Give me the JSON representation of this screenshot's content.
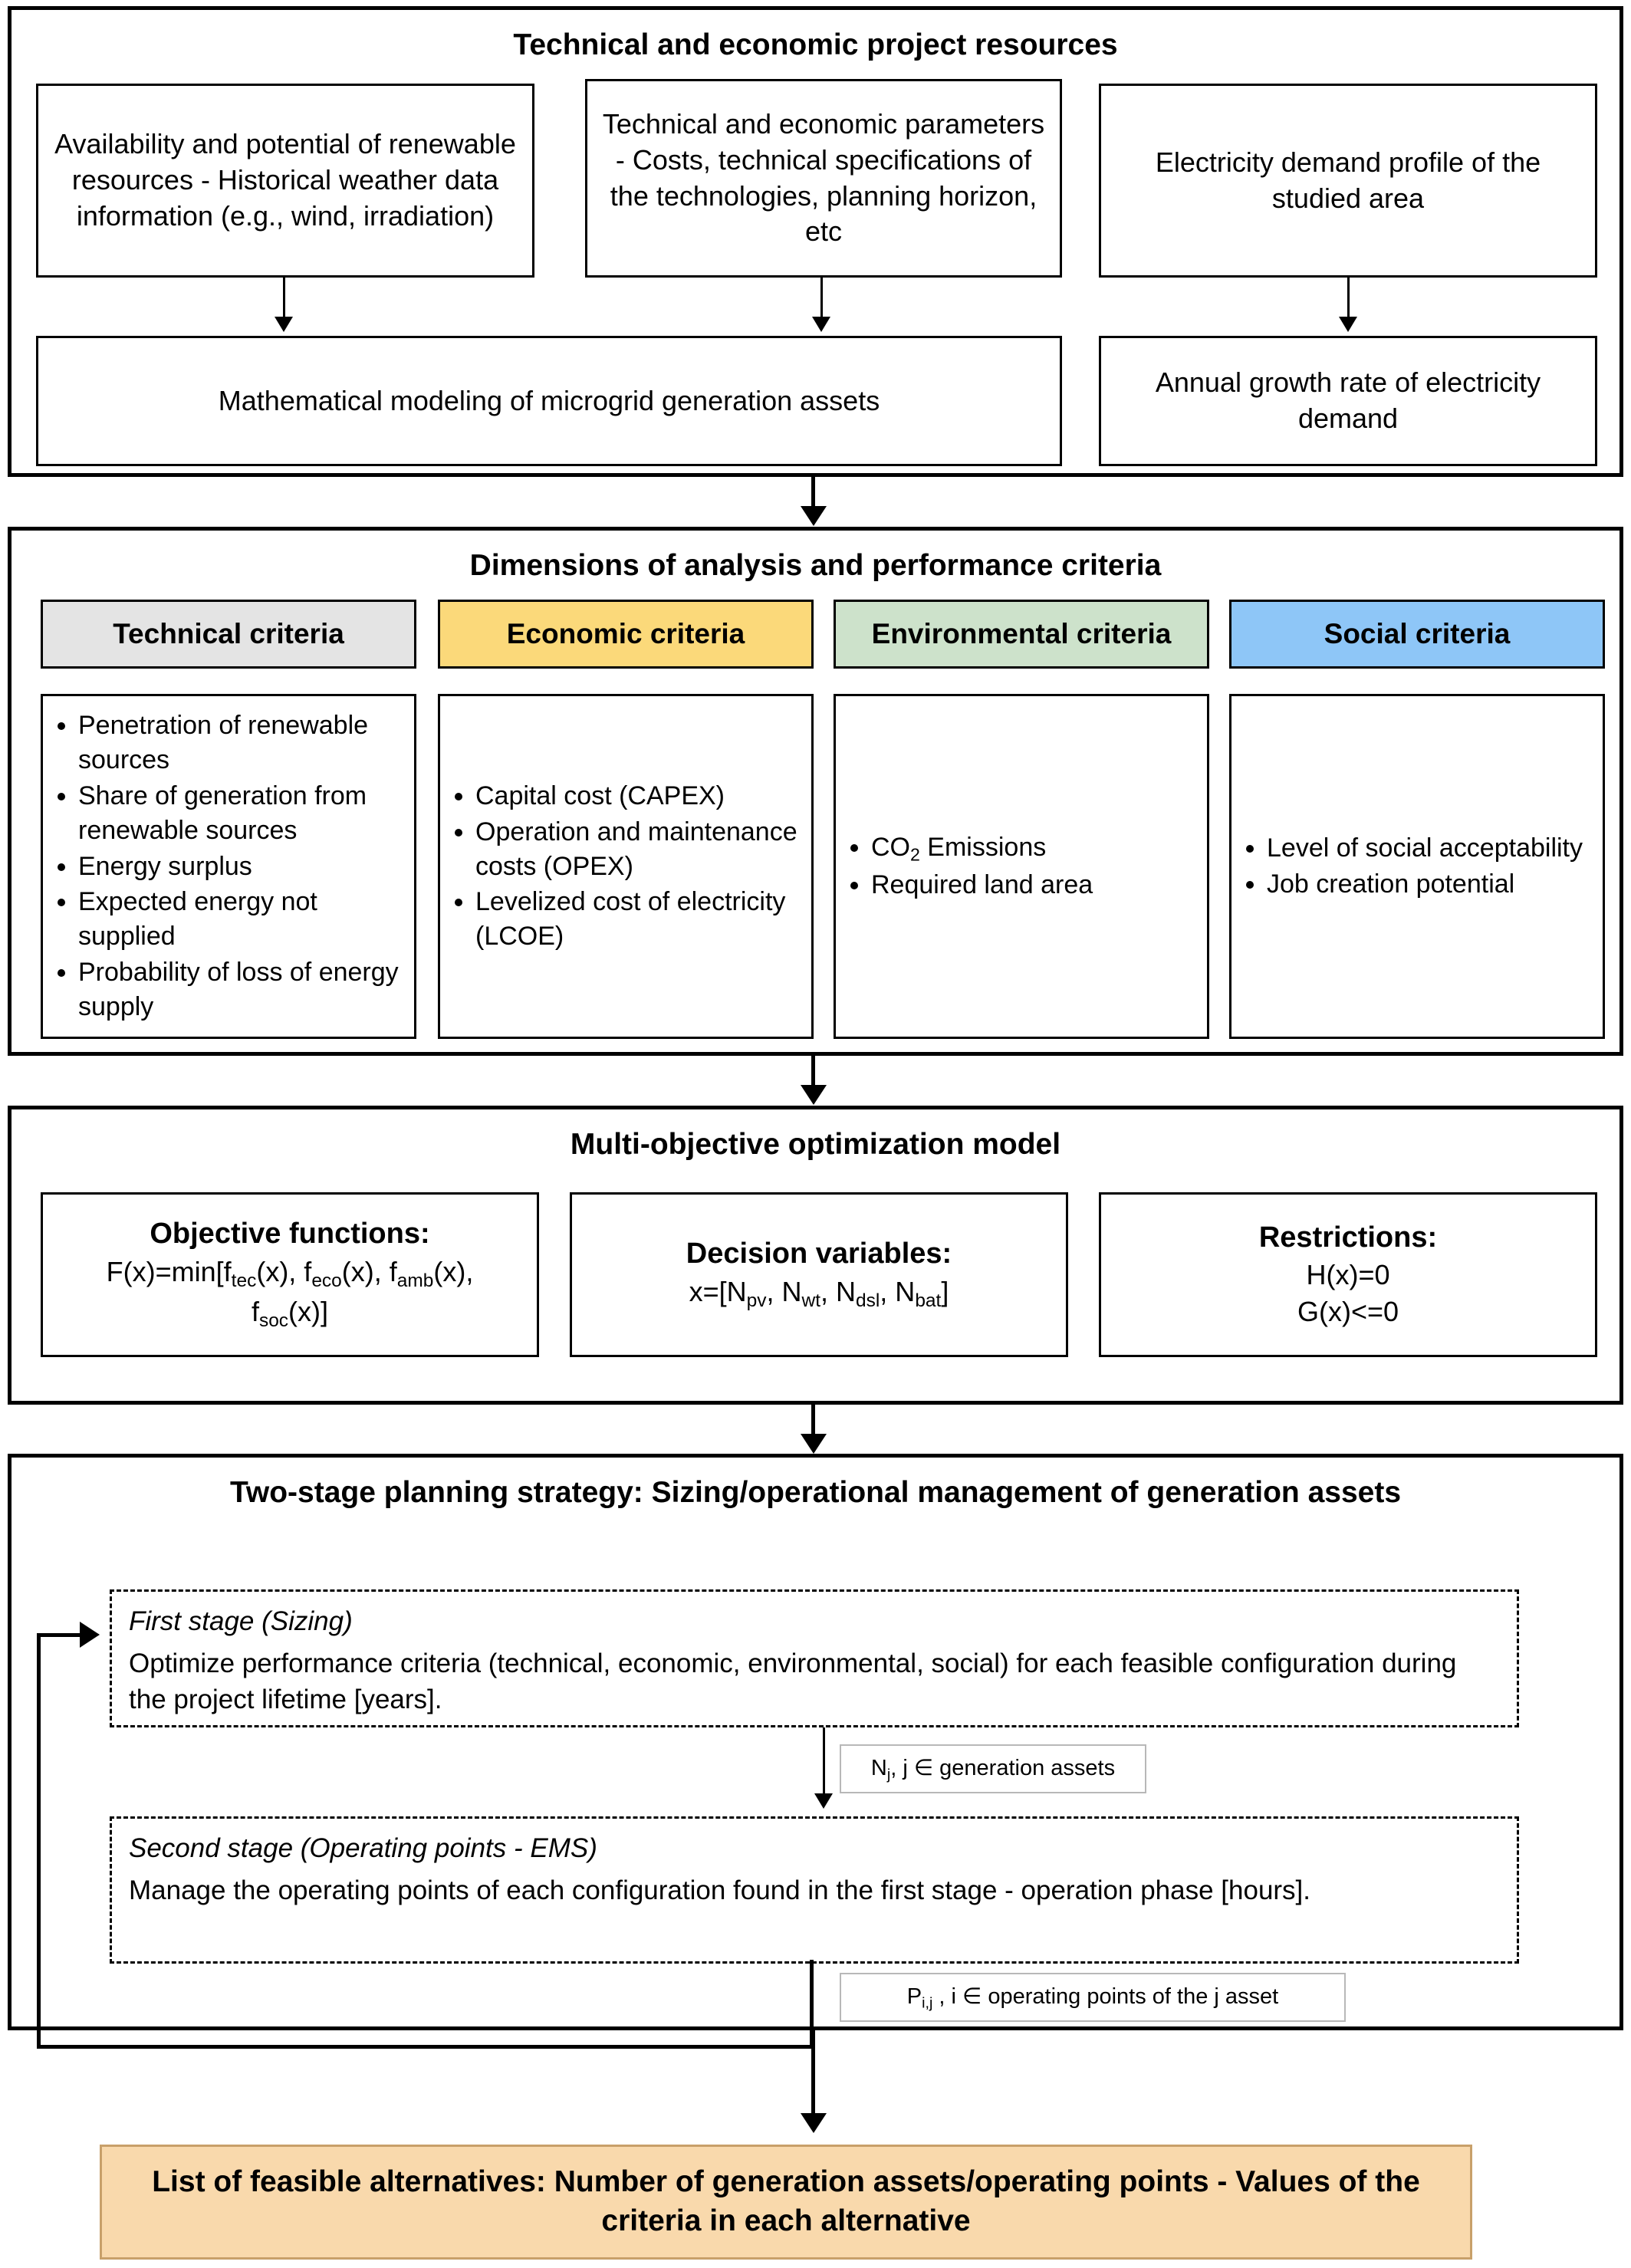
{
  "section1": {
    "title": "Technical and economic project resources",
    "boxes": {
      "resources": "Availability and potential of renewable resources - Historical weather data information (e.g., wind, irradiation)",
      "parameters": "Technical and economic parameters - Costs, technical specifications of the technologies, planning horizon, etc",
      "demand_profile": "Electricity demand profile of the studied area",
      "modeling": "Mathematical modeling of microgrid generation assets",
      "growth_rate": "Annual growth rate of electricity demand"
    }
  },
  "section2": {
    "title": "Dimensions of analysis and performance criteria",
    "columns": [
      {
        "header": "Technical criteria",
        "color": "#e4e4e4",
        "items": [
          "Penetration of renewable sources",
          "Share of generation from renewable sources",
          "Energy surplus",
          "Expected energy not supplied",
          "Probability of loss of energy supply"
        ]
      },
      {
        "header": "Economic criteria",
        "color": "#fbd97a",
        "items": [
          "Capital cost (CAPEX)",
          "Operation and maintenance costs (OPEX)",
          "Levelized cost of electricity (LCOE)"
        ]
      },
      {
        "header": "Environmental criteria",
        "color": "#cde2cb",
        "items": [
          "CO2 Emissions",
          "Required land area"
        ]
      },
      {
        "header": "Social criteria",
        "color": "#8ec6f7",
        "items": [
          "Level of social acceptability",
          "Job creation potential"
        ]
      }
    ]
  },
  "section3": {
    "title": "Multi-objective optimization model",
    "objective": {
      "label": "Objective functions:",
      "line1": "F(x)=min[f",
      "sub1": "tec",
      "line2": "(x), f",
      "sub2": "eco",
      "line3": "(x), f",
      "sub3": "amb",
      "line4": "(x),",
      "line5": "f",
      "sub4": "soc",
      "line6": "(x)]"
    },
    "decision": {
      "label": "Decision variables:",
      "prefix": "x=[N",
      "sub_pv": "pv",
      "mid1": ", N",
      "sub_wt": "wt",
      "mid2": ", N",
      "sub_dsl": "dsl",
      "mid3": ", N",
      "sub_bat": "bat",
      "suffix": "]"
    },
    "restrictions": {
      "label": "Restrictions:",
      "line1": "H(x)=0",
      "line2": "G(x)<=0"
    }
  },
  "section4": {
    "title": "Two-stage planning strategy: Sizing/operational management of generation assets",
    "first_stage": {
      "title": "First stage (Sizing)",
      "body": "Optimize performance criteria (technical, economic, environmental, social) for each feasible configuration during the project lifetime [years]."
    },
    "second_stage": {
      "title": "Second stage (Operating points - EMS)",
      "body": "Manage the operating points of each configuration found in the first stage - operation phase [hours]."
    },
    "tag_assets": {
      "prefix": "N",
      "sub": "j",
      "suffix": ", j ∈ generation assets"
    },
    "tag_points": {
      "prefix": "P",
      "sub": "i,j",
      "suffix": " , i ∈ operating points of the j asset"
    }
  },
  "section5": {
    "text": "List of feasible alternatives: Number of generation assets/operating points - Values of the criteria in each alternative",
    "color": "#f9d9ac"
  }
}
